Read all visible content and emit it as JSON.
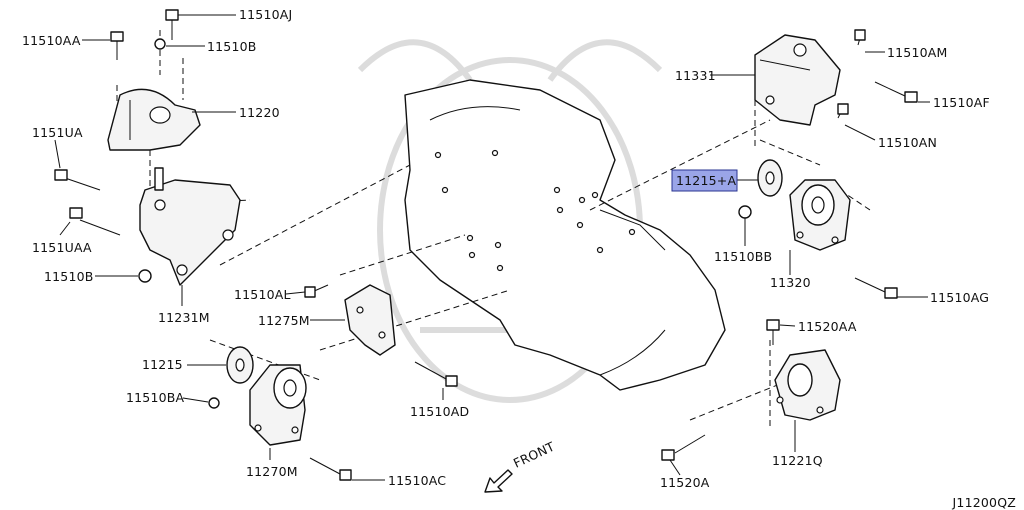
{
  "diagram": {
    "diagram_id": "J11200QZ",
    "front_label": "FRONT",
    "selected_label": "11215+A",
    "labels": {
      "11510AJ": "11510AJ",
      "11510AA": "11510AA",
      "11510B_top": "11510B",
      "11220": "11220",
      "1151UA": "1151UA",
      "1151UAA": "1151UAA",
      "11510B_bottom": "11510B",
      "11231M": "11231M",
      "11510AL": "11510AL",
      "11275M": "11275M",
      "11215": "11215",
      "11510BA": "11510BA",
      "11270M": "11270M",
      "11510AD": "11510AD",
      "11510AC": "11510AC",
      "11331": "11331",
      "11510AM": "11510AM",
      "11510AF": "11510AF",
      "11510AN": "11510AN",
      "11510BB": "11510BB",
      "11320": "11320",
      "11510AG": "11510AG",
      "11520AA": "11520AA",
      "11221Q": "11221Q",
      "11520A": "11520A"
    }
  },
  "colors": {
    "highlight_fill": "#9aa5e8",
    "highlight_border": "#2a3490",
    "watermark": "#d9d9d9"
  }
}
